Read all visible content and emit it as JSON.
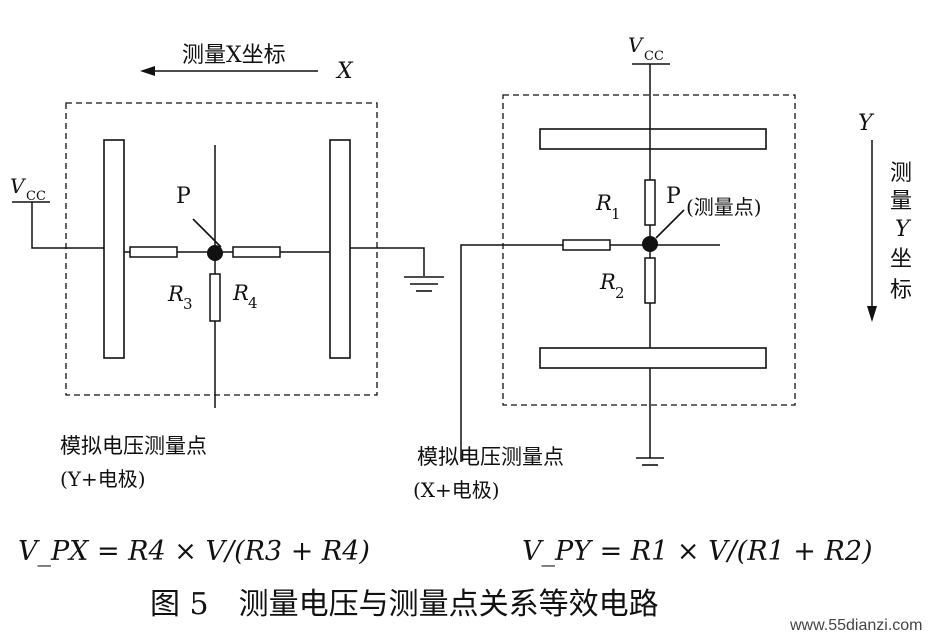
{
  "left": {
    "axis_label": "测量X坐标",
    "axis_letter": "X",
    "vcc": "V",
    "vcc_sub": "CC",
    "node": "P",
    "r3": "R",
    "r3_sub": "3",
    "r4": "R",
    "r4_sub": "4",
    "out_line1": "模拟电压测量点",
    "out_line2": "(Y+电极)"
  },
  "right": {
    "vcc": "V",
    "vcc_sub": "CC",
    "node": "P",
    "node_note": "(测量点)",
    "r1": "R",
    "r1_sub": "1",
    "r2": "R",
    "r2_sub": "2",
    "axis_letter": "Y",
    "axis_label_chars": [
      "测",
      "量",
      "Y",
      "坐",
      "标"
    ],
    "out_line1": "模拟电压测量点",
    "out_line2": "(X+电极)"
  },
  "formulas": {
    "left": "V_PX = R4 × V/(R3 + R4)",
    "right": "V_PY = R1 × V/(R1 + R2)"
  },
  "caption": "图 5　测量电压与测量点关系等效电路",
  "watermark": "www.55dianzi.com"
}
